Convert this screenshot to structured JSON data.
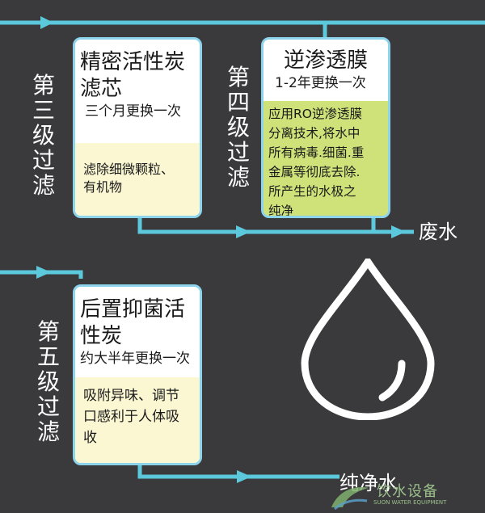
{
  "colors": {
    "background": "#3a3a3c",
    "pipe": "#5bc8dc",
    "card_border": "#8cd3ec",
    "card_body_yellow": "#fbf7d3",
    "card_body_green": "#cfe27a"
  },
  "stage3": {
    "side_label": "第三级过滤",
    "title_lines": [
      "精密活性炭",
      "滤芯"
    ],
    "subtitle": "三个月更换一次",
    "body_lines": [
      "滤除细微颗粒、",
      "有机物"
    ]
  },
  "stage4": {
    "side_label": "第四级过滤",
    "title": "逆渗透膜",
    "subtitle": "1-2年更换一次",
    "body_lines": [
      "应用RO逆渗透膜",
      "分离技术,将水中",
      "所有病毒.细菌.重",
      "金属等彻底去除.",
      "所产生的水极之",
      "纯净"
    ]
  },
  "stage5": {
    "side_label": "第五级过滤",
    "title_lines": [
      "后置抑菌活",
      "性炭"
    ],
    "subtitle": "约大半年更换一次",
    "body_lines": [
      "吸附异味、调节",
      "口感利于人体吸",
      "收"
    ]
  },
  "outputs": {
    "waste": "废水",
    "pure": "纯净水"
  },
  "watermark": {
    "text": "饮水设备",
    "sub": "SUON WATER EQUIPMENT",
    "icon": "water-wave-logo-icon"
  }
}
